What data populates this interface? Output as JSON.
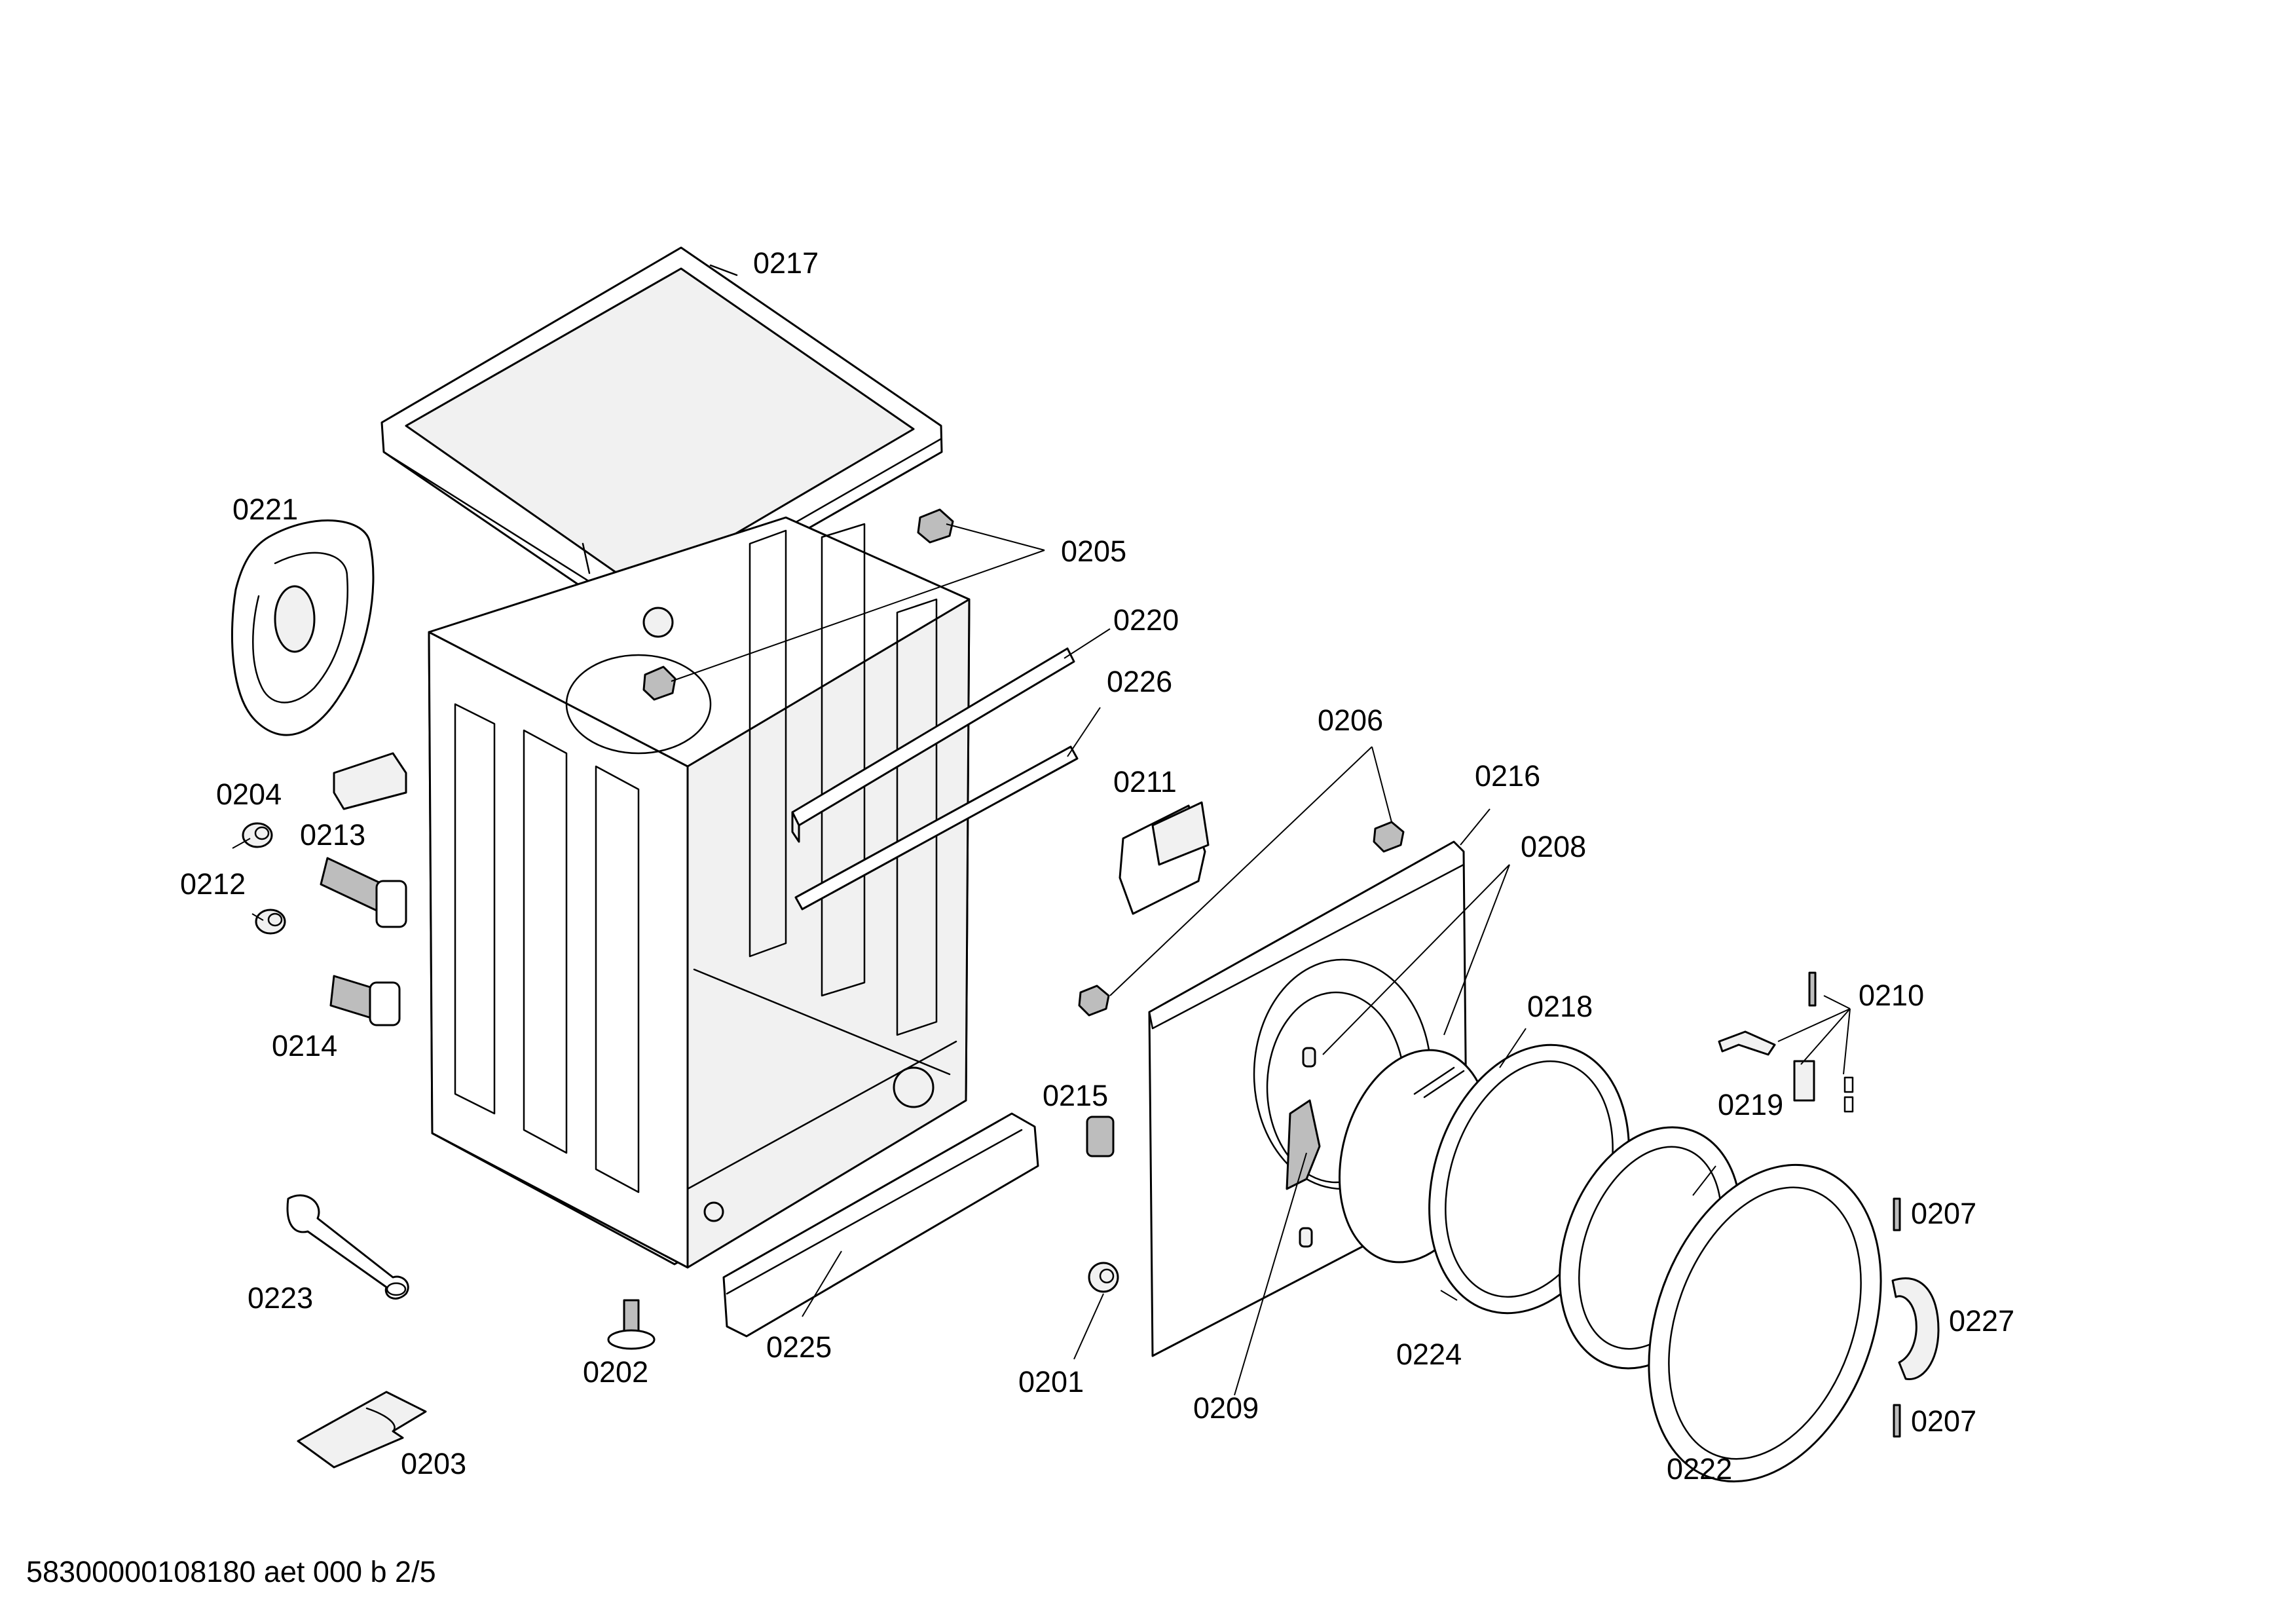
{
  "callouts": {
    "c0201": "0201",
    "c0202": "0202",
    "c0203": "0203",
    "c0204": "0204",
    "c0205": "0205",
    "c0206": "0206",
    "c0207a": "0207",
    "c0207b": "0207",
    "c0208": "0208",
    "c0209": "0209",
    "c0210": "0210",
    "c0211": "0211",
    "c0212": "0212",
    "c0213": "0213",
    "c0214": "0214",
    "c0215": "0215",
    "c0216": "0216",
    "c0217": "0217",
    "c0218": "0218",
    "c0219": "0219",
    "c0220": "0220",
    "c0221": "0221",
    "c0222": "0222",
    "c0223": "0223",
    "c0224": "0224",
    "c0225": "0225",
    "c0226": "0226",
    "c0227": "0227"
  },
  "footer": {
    "document_id": "58300000108180 aet 000 b 2/5"
  }
}
